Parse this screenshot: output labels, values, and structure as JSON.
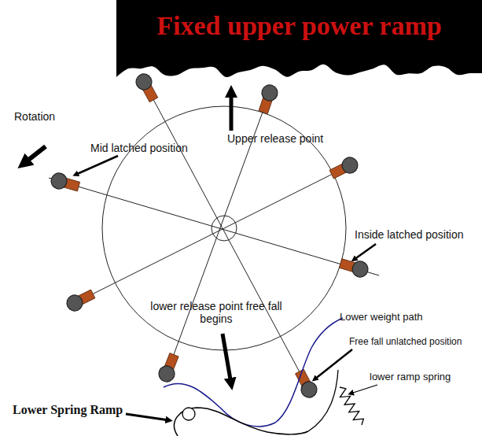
{
  "diagram": {
    "nodes": [
      {
        "text": [
          "Fixed upper power ramp"
        ]
      }
    ],
    "labels": [
      "Rotation",
      "Mid latched position",
      "Upper release point",
      "Inside latched position",
      "lower release point free fall begins",
      "Lower weight path",
      "Free fall unlatched position",
      "lower ramp spring",
      "Lower Spring Ramp"
    ]
  }
}
